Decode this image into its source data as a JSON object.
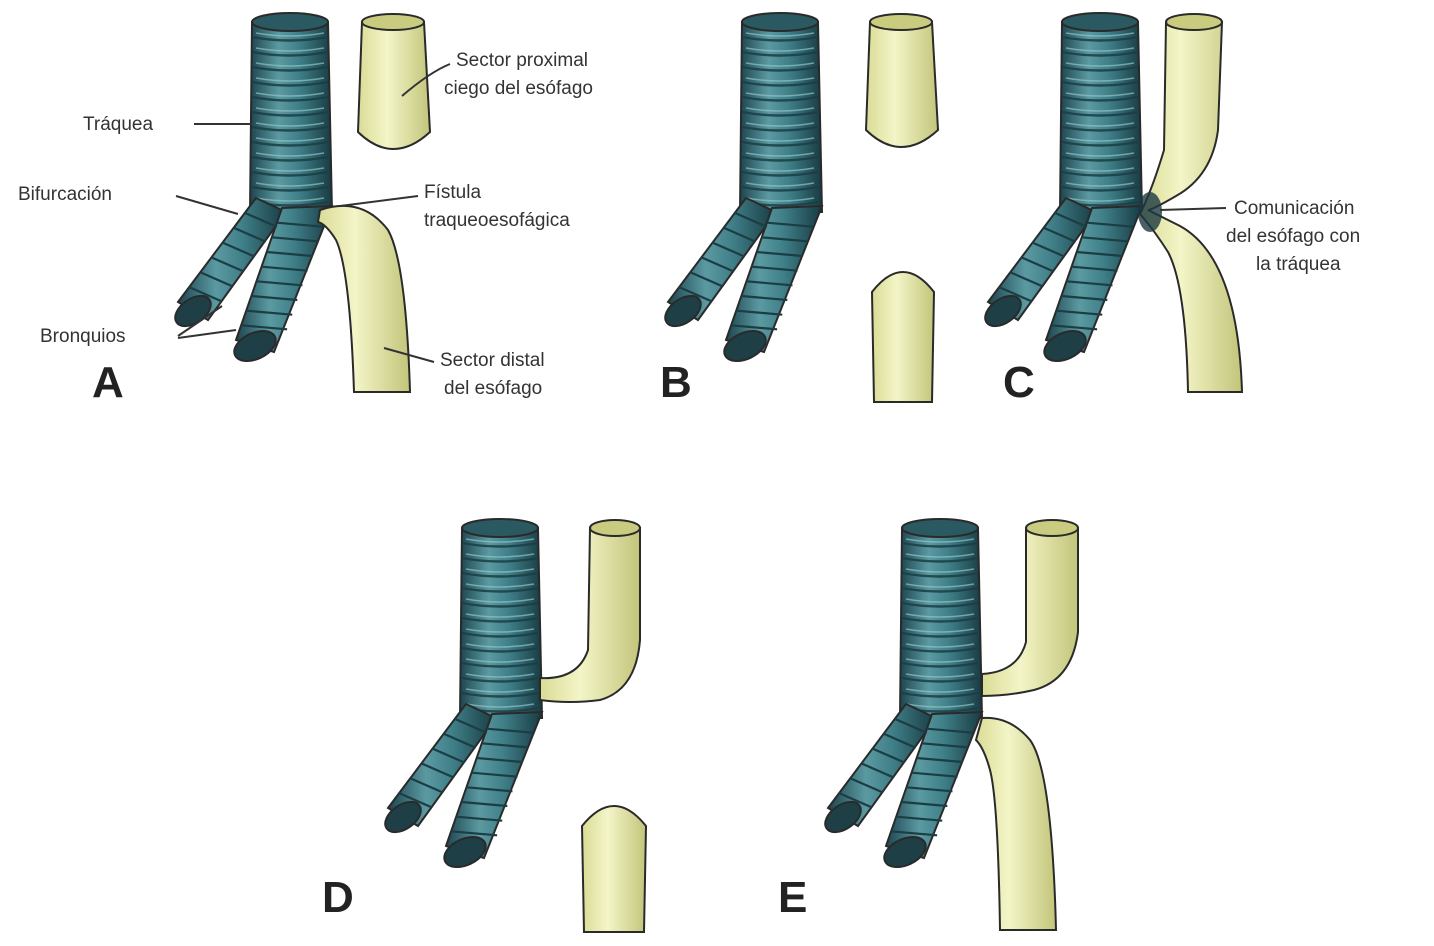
{
  "colors": {
    "trachea": "#3f7f88",
    "trachea_dark": "#1b3d44",
    "trachea_light": "#8fc3c6",
    "esophagus": "#eef0b4",
    "esophagus_shade": "#c9cc7f",
    "outline": "#2a2a2a",
    "text": "#333333",
    "background": "#ffffff"
  },
  "panels": [
    {
      "letter": "A",
      "variant": "proximal-blind-distal-fistula"
    },
    {
      "letter": "B",
      "variant": "isolated-atresia"
    },
    {
      "letter": "C",
      "variant": "esophagus-continuous-with-fistula"
    },
    {
      "letter": "D",
      "variant": "proximal-fistula-distal-blind"
    },
    {
      "letter": "E",
      "variant": "double-fistula"
    }
  ],
  "labels": {
    "traquea": "Tráquea",
    "bifurcacion": "Bifurcación",
    "bronquios": "Bronquios",
    "proximal_line1": "Sector proximal",
    "proximal_line2": "ciego del esófago",
    "fistula_line1": "Fístula",
    "fistula_line2": "traqueoesofágica",
    "distal_line1": "Sector distal",
    "distal_line2": "del esófago",
    "comunicacion_line1": "Comunicación",
    "comunicacion_line2": "del esófago con",
    "comunicacion_line3": "la tráquea"
  }
}
